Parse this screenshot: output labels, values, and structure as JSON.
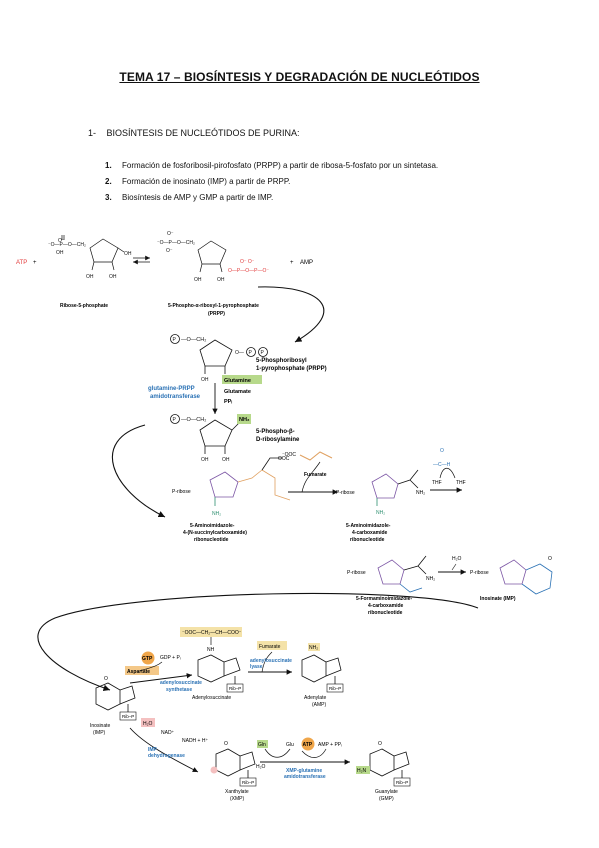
{
  "document": {
    "title": "TEMA 17 – BIOSÍNTESIS Y DEGRADACIÓN DE NUCLEÓTIDOS",
    "section": {
      "number": "1-",
      "label": "BIOSÍNTESIS DE NUCLEÓTIDOS DE PURINA:"
    },
    "steps": [
      {
        "n": "1.",
        "text": "Formación de fosforibosil-pirofosfato (PRPP) a partir de ribosa-5-fosfato por un sintetasa."
      },
      {
        "n": "2.",
        "text": "Formación de inosinato (IMP) a partir de PRPP."
      },
      {
        "n": "3.",
        "text": "Biosíntesis de AMP y GMP a partir de IMP."
      }
    ]
  },
  "figure1": {
    "atp": "ATP",
    "amp": "AMP",
    "plus": "+",
    "ribose_label": "Ribose-5-phosphate",
    "prpp_label": "5-Phospho-α-ribosyl-1-pyrophosphate",
    "prpp_abbrev": "(PRPP)"
  },
  "figure2": {
    "prpp_name_1": "5-Phosphoribosyl",
    "prpp_name_2": "1-pyrophosphate (PRPP)",
    "enzyme_1": "glutamine-PRPP",
    "enzyme_2": "amidotransferase",
    "glutamine": "Glutamine",
    "glutamate": "Glutamate",
    "ppi": "PPᵢ",
    "product_1": "5-Phospho-β-",
    "product_2": "D-ribosylamine"
  },
  "figure3": {
    "fumarate": "Fumarate",
    "thf1": "THF",
    "thf2": "THF",
    "h2o": "H₂O",
    "pribose": "P-ribose",
    "saicar_1": "5-Aminoimidazole-",
    "saicar_2": "4-(N-succinylcarboxamide)",
    "saicar_3": "ribonucleotide",
    "aicar_1": "5-Aminoimidazole-",
    "aicar_2": "4-carboxamide",
    "aicar_3": "ribonucleotide",
    "faicar_1": "5-Formaminoimidazole-",
    "faicar_2": "4-carboxamide",
    "faicar_3": "ribonucleotide",
    "imp": "Inosinate (IMP)"
  },
  "figure4": {
    "succ_group": "⁻OOC—CH₂—CH—COO⁻",
    "gtp": "GTP",
    "gdp": "GDP + Pᵢ",
    "aspartate": "Aspartate",
    "fumarate": "Fumarate",
    "enz_adss_1": "adenylosuccinate",
    "enz_adss_2": "synthetase",
    "enz_adsl_1": "adenylosuccinate",
    "enz_adsl_2": "lyase",
    "adenylosuccinate": "Adenylosuccinate",
    "adenylate_1": "Adenylate",
    "adenylate_2": "(AMP)",
    "inosinate_1": "Inosinate",
    "inosinate_2": "(IMP)",
    "h2o_1": "H₂O",
    "nad": "NAD⁺",
    "nadh": "NADH + H⁺",
    "enz_impdh_1": "IMP",
    "enz_impdh_2": "dehydrogenase",
    "gln": "Gln",
    "glu": "Glu",
    "atp": "ATP",
    "amp_ppi": "AMP + PPᵢ",
    "h2o_2": "H₂O",
    "enz_gmps_1": "XMP-glutamine",
    "enz_gmps_2": "amidotransferase",
    "xanthylate_1": "Xanthylate",
    "xanthylate_2": "(XMP)",
    "guanylate_1": "Guanylate",
    "guanylate_2": "(GMP)",
    "rib_p": "Rib–P"
  }
}
